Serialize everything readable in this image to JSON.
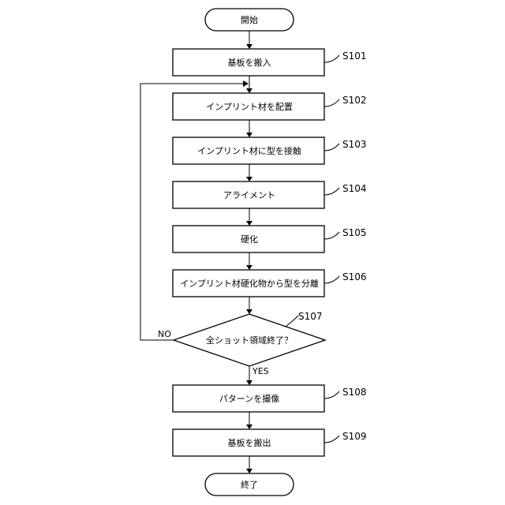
{
  "flow": {
    "start": "開始",
    "end": "終了",
    "steps": [
      {
        "text": "基板を搬入",
        "label": "S101"
      },
      {
        "text": "インプリント材を配置",
        "label": "S102"
      },
      {
        "text": "インプリント材に型を接触",
        "label": "S103"
      },
      {
        "text": "アライメント",
        "label": "S104"
      },
      {
        "text": "硬化",
        "label": "S105"
      },
      {
        "text": "インプリント材硬化物から型を分離",
        "label": "S106"
      }
    ],
    "decision": {
      "text": "全ショット領域終了？",
      "label": "S107",
      "yes": "YES",
      "no": "NO"
    },
    "after_steps": [
      {
        "text": "パターンを撮像",
        "label": "S108"
      },
      {
        "text": "基板を搬出",
        "label": "S109"
      }
    ]
  }
}
